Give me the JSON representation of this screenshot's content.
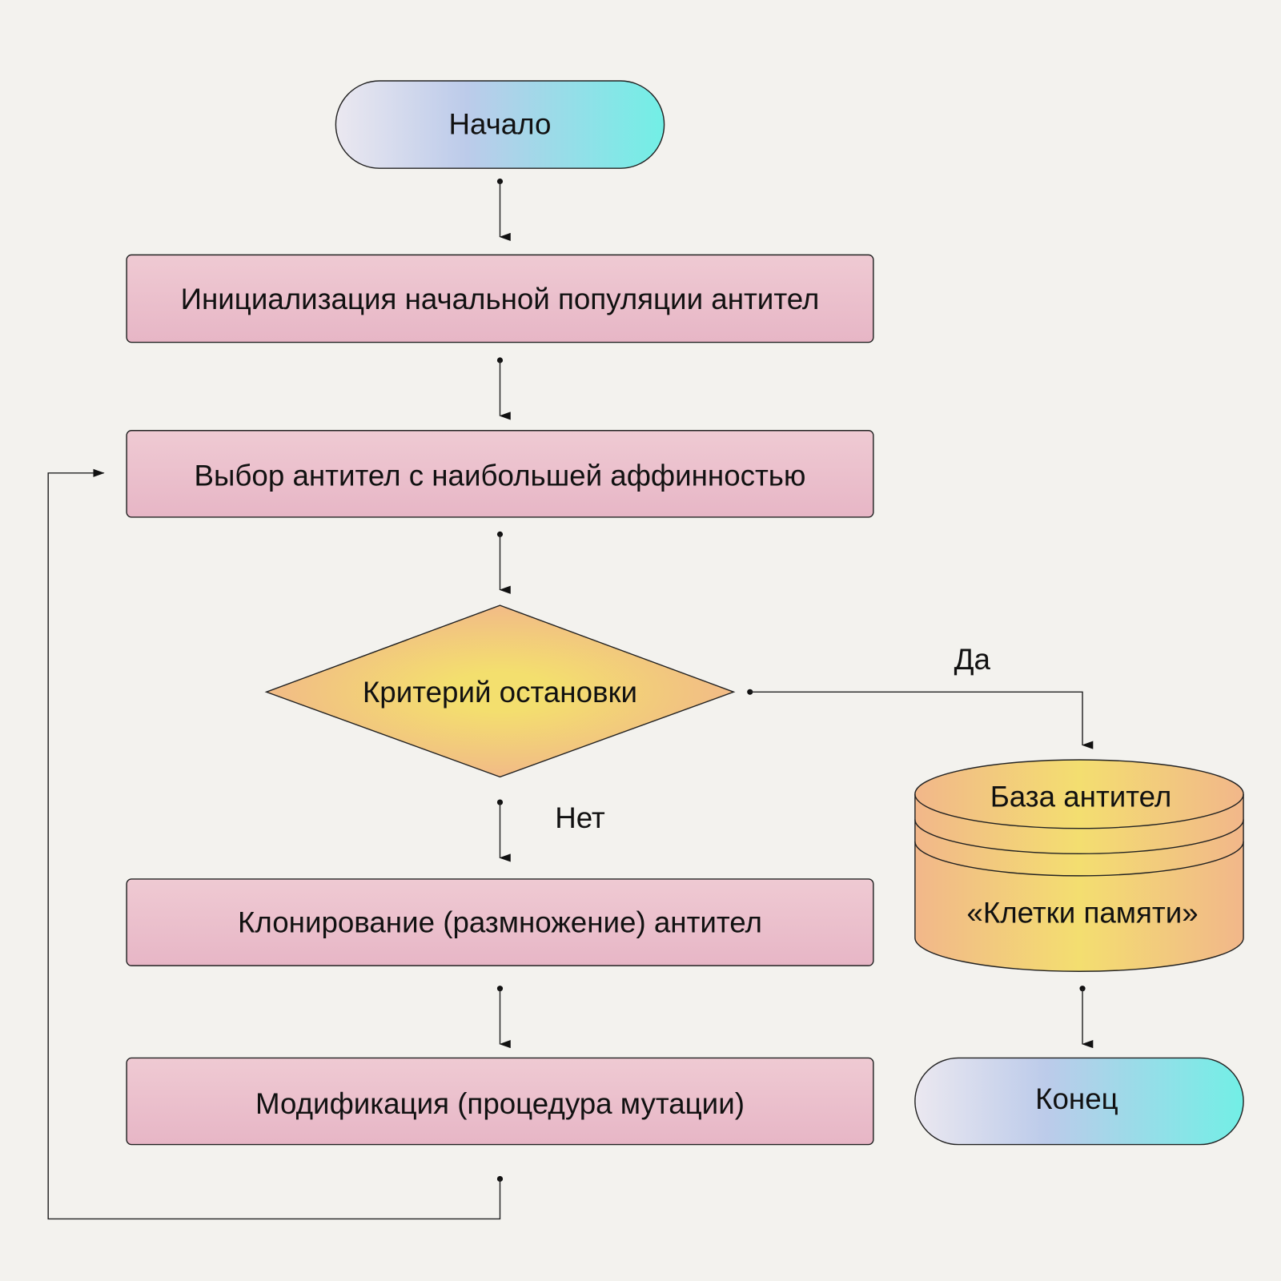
{
  "nodes": {
    "start": {
      "label": "Начало",
      "shape": "terminator"
    },
    "init": {
      "label": "Инициализация начальной популяции антител",
      "shape": "process"
    },
    "select": {
      "label": "Выбор антител с наибольшей аффинностью",
      "shape": "process"
    },
    "decision": {
      "label": "Критерий остановки",
      "shape": "decision"
    },
    "clone": {
      "label": "Клонирование (размножение) антител",
      "shape": "process"
    },
    "mutate": {
      "label": "Модификация (процедура мутации)",
      "shape": "process"
    },
    "db": {
      "label_top": "База антител",
      "label_bottom": "«Клетки памяти»",
      "shape": "database"
    },
    "end": {
      "label": "Конец",
      "shape": "terminator"
    }
  },
  "edges": {
    "yes_label": "Да",
    "no_label": "Нет"
  },
  "colors": {
    "background": "#f3f2ee",
    "terminator_gradient": [
      "#e6e3ef",
      "#b9c8ea",
      "#74ece6"
    ],
    "process_fill": "#ecc2cd",
    "decision_gradient": [
      "#f3e070",
      "#f2b98a"
    ],
    "line": "#222222"
  }
}
